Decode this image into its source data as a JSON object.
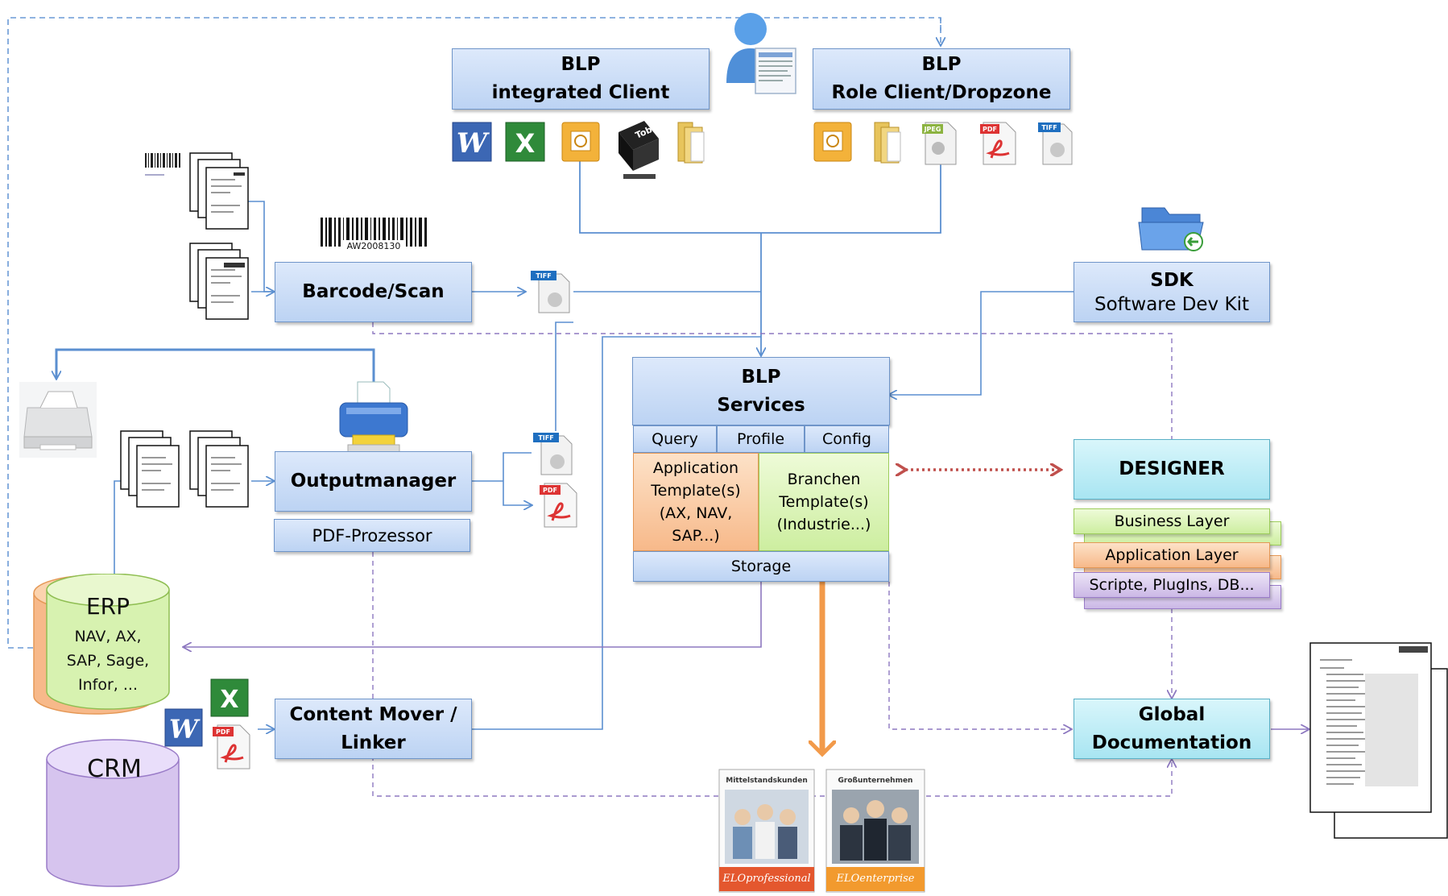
{
  "integrated_client": {
    "line1": "BLP",
    "line2": "integrated Client"
  },
  "role_client": {
    "line1": "BLP",
    "line2": "Role Client/Dropzone"
  },
  "barcode_scan": {
    "label": "Barcode/Scan",
    "barcode_text": "AW2008130"
  },
  "sdk": {
    "line1": "SDK",
    "line2": "Software  Dev Kit"
  },
  "services": {
    "line1": "BLP",
    "line2": "Services",
    "tabs": [
      "Query",
      "Profile",
      "Config"
    ],
    "application_template": "Application Template(s) (AX, NAV, SAP...)",
    "branchen_template": "Branchen Template(s) (Industrie...)",
    "storage": "Storage"
  },
  "outputmanager": {
    "label": "Outputmanager",
    "pdf_processor": "PDF-Prozessor"
  },
  "designer": {
    "title": "DESIGNER",
    "layers": [
      "Business Layer",
      "Application Layer",
      "Scripte, PlugIns, DB..."
    ]
  },
  "global_doc": {
    "line1": "Global",
    "line2": "Documentation"
  },
  "content_mover": {
    "line1": "Content Mover /",
    "line2": "Linker"
  },
  "erp": {
    "title": "ERP",
    "lines": [
      "NAV,  AX,",
      "SAP, Sage,",
      "Infor, ..."
    ]
  },
  "crm": {
    "title": "CRM"
  },
  "file_badges": {
    "tiff": "TIFF",
    "pdf": "PDF",
    "jpeg": "JPEG"
  },
  "brochures": [
    {
      "title": "Mittelstandskunden",
      "brand": "ELOprofessional",
      "color": "#e4572e"
    },
    {
      "title": "Großunternehmen",
      "brand": "ELOenterprise",
      "color": "#f29a2e"
    }
  ],
  "colors": {
    "box_border": "#6f95c9",
    "flow_line": "#5b8fd0",
    "dashed_blue": "#6a9ad6",
    "dashed_purple": "#8d78c0",
    "orange_arrow": "#f29a4a",
    "red_dotted": "#c0504d"
  }
}
